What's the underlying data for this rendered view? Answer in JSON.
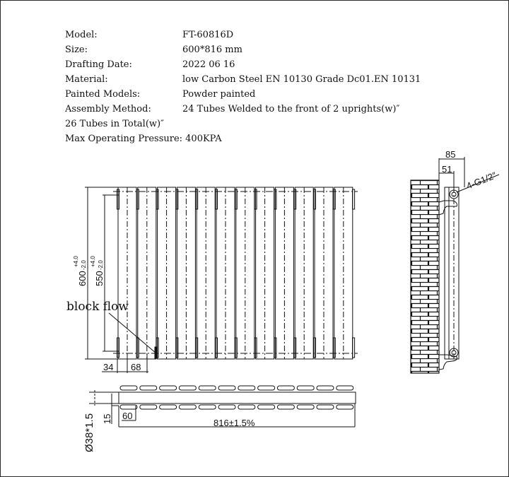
{
  "spec": {
    "model": {
      "label": "Model:",
      "value": "FT-60816D"
    },
    "size": {
      "label": "Size:",
      "value": "600*816 mm"
    },
    "drafting_date": {
      "label": "Drafting Date:",
      "value": "2022 06 16"
    },
    "material": {
      "label": "Material:",
      "value": "low Carbon Steel  EN 10130 Grade Dc01.EN 10131"
    },
    "painted_models": {
      "label": "Painted Models:",
      "value": "Powder painted"
    },
    "assembly_method": {
      "label": "Assembly Method:",
      "value": "24 Tubes Welded to the front of 2 uprights(w)″"
    },
    "total_tubes": {
      "label": "26 Tubes in Total(w)″"
    },
    "max_pressure": {
      "label": "Max Operating Pressure: 400KPA"
    }
  },
  "front_view": {
    "columns": 12,
    "height_label": "600",
    "height_tol_plus": "+4.0",
    "height_tol_minus": "-2.0",
    "centers_label": "550",
    "centers_tol_plus": "+4.0",
    "centers_tol_minus": "-2.0",
    "annotation": "block flow",
    "offset_label": "34",
    "pitch_label": "68"
  },
  "side_view": {
    "depth_label": "85",
    "offset_label": "51",
    "connection_label": "4-G1/2″"
  },
  "top_view": {
    "tube_diameter_label": "Ø38*1.5",
    "gap_label": "15",
    "tube_width_label": "60",
    "width_label": "816±1.5%"
  },
  "colors": {
    "line": "#111111",
    "frame": "#2a2a2a",
    "background": "#ffffff"
  }
}
